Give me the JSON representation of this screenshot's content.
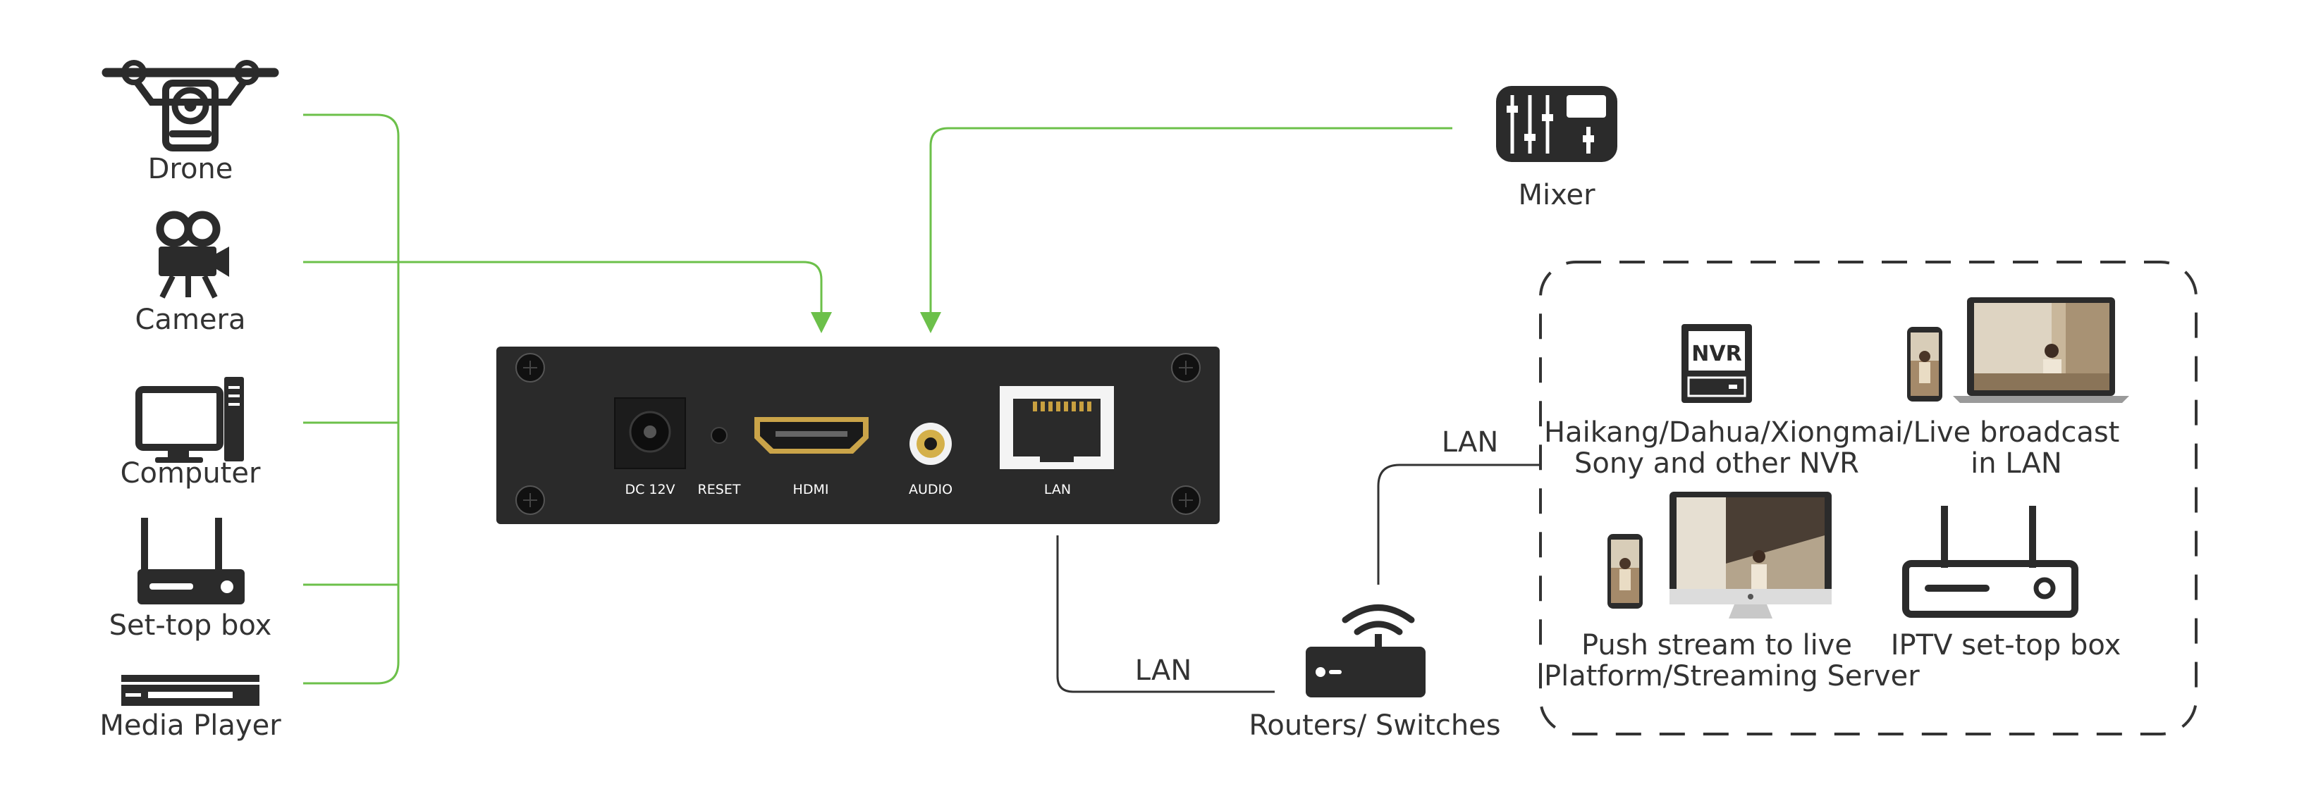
{
  "sources": {
    "drone": "Drone",
    "camera": "Camera",
    "computer": "Computer",
    "settop": "Set-top box",
    "mediaplayer": "Media Player"
  },
  "mixer": "Mixer",
  "device": {
    "dc": "DC 12V",
    "reset": "RESET",
    "hdmi": "HDMI",
    "audio": "AUDIO",
    "lan": "LAN"
  },
  "links": {
    "lan_bottom": "LAN",
    "lan_right": "LAN"
  },
  "router": "Routers/ Switches",
  "outputs": {
    "nvr_badge": "NVR",
    "nvr_line1": "Haikang/Dahua/Xiongmai/",
    "nvr_line2": "Sony and other NVR",
    "live_line1": "Live broadcast",
    "live_line2": "in LAN",
    "push_line1": "Push stream to live",
    "push_line2": "Platform/Streaming Server",
    "iptv": "IPTV set-top box"
  },
  "colors": {
    "connector": "#6cc04a",
    "lan_line": "#333333",
    "icon": "#2b2b2b",
    "device": "#2a2a2a"
  }
}
